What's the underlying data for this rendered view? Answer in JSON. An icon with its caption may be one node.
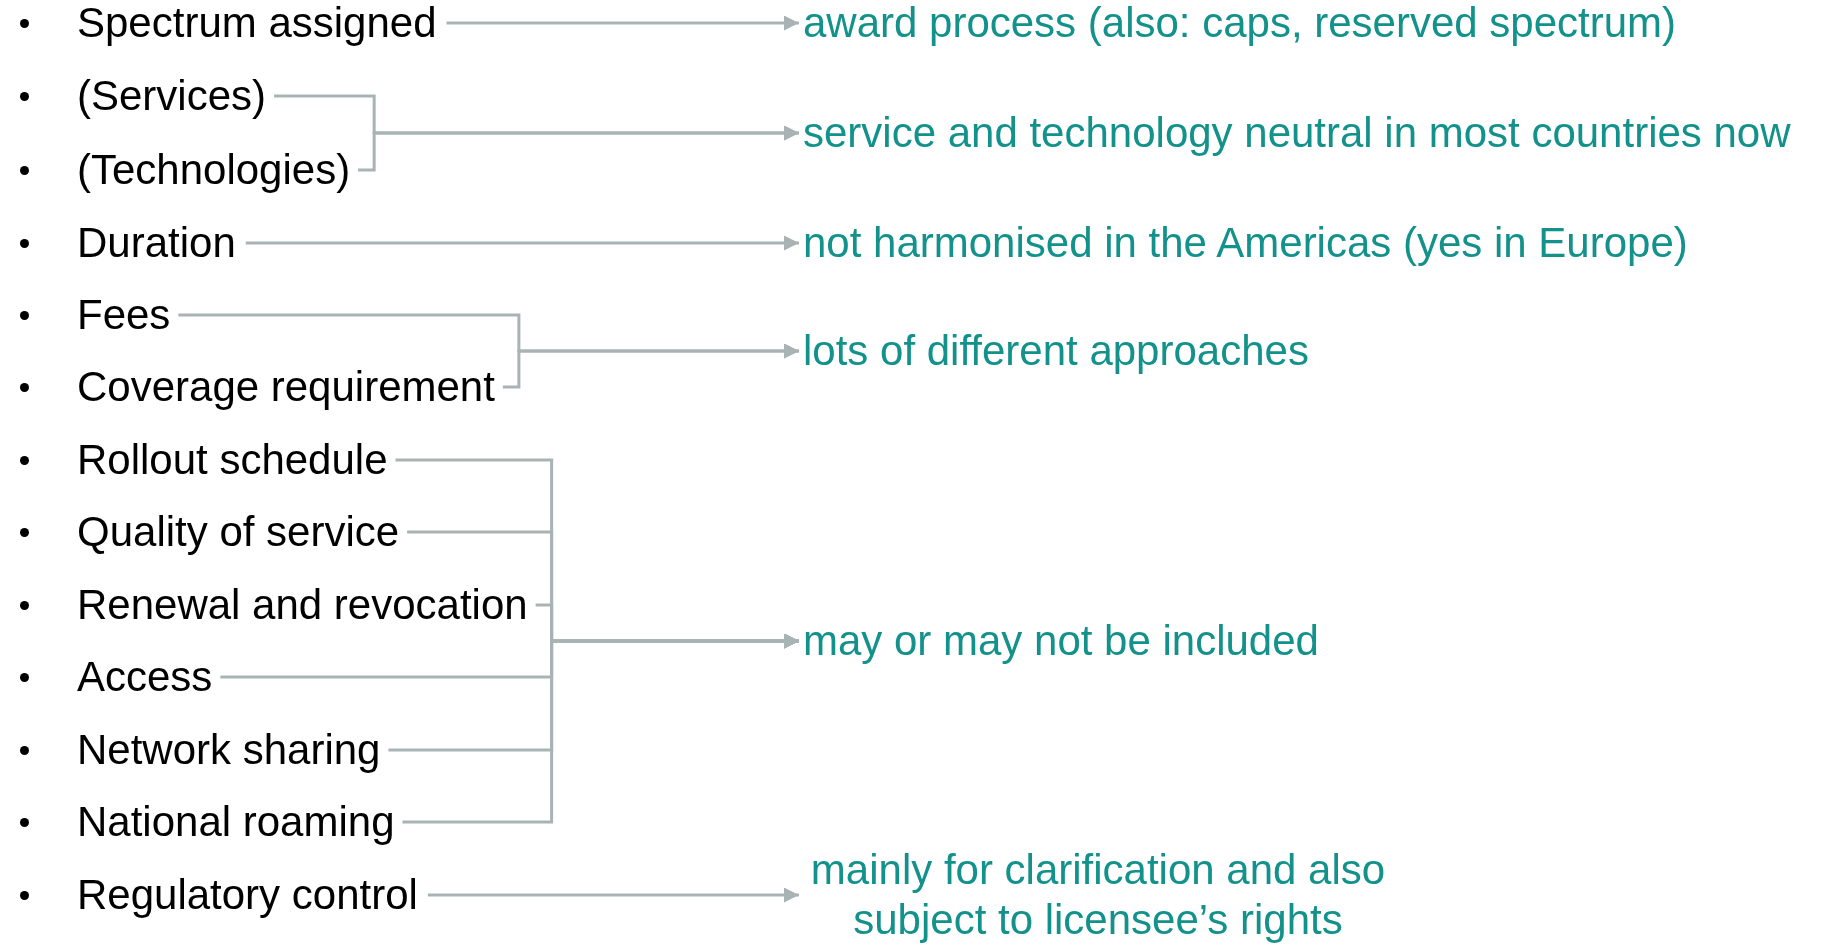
{
  "diagram": {
    "nodes": [
      {
        "text": [
          "Spectrum assigned"
        ]
      },
      {
        "text": [
          "(Services)"
        ]
      },
      {
        "text": [
          "(Technologies)"
        ]
      },
      {
        "text": [
          "Duration"
        ]
      },
      {
        "text": [
          "Fees"
        ]
      },
      {
        "text": [
          "Coverage requirement"
        ]
      },
      {
        "text": [
          "Rollout schedule"
        ]
      },
      {
        "text": [
          "Quality of service"
        ]
      },
      {
        "text": [
          "Renewal and revocation"
        ]
      },
      {
        "text": [
          "Access"
        ]
      },
      {
        "text": [
          "Network sharing"
        ]
      },
      {
        "text": [
          "National roaming"
        ]
      },
      {
        "text": [
          "Regulatory control"
        ]
      },
      {
        "text": [
          "award process (also: caps, reserved spectrum)"
        ]
      },
      {
        "text": [
          "service and technology neutral in most countries now"
        ]
      },
      {
        "text": [
          "not harmonised in the Americas (yes in Europe)"
        ]
      },
      {
        "text": [
          "lots of different approaches"
        ]
      },
      {
        "text": [
          "may or may not be included"
        ]
      },
      {
        "text": [
          "mainly for clarification and also subject to licensee’s rights"
        ]
      }
    ],
    "edges": [
      {
        "from": 0,
        "to": 13,
        "arrow": "to"
      },
      {
        "from": 1,
        "to": 14,
        "arrow": "to"
      },
      {
        "from": 2,
        "to": 14,
        "arrow": "to"
      },
      {
        "from": 3,
        "to": 15,
        "arrow": "to"
      },
      {
        "from": 4,
        "to": 16,
        "arrow": "to"
      },
      {
        "from": 5,
        "to": 16,
        "arrow": "to"
      },
      {
        "from": 6,
        "to": 17,
        "arrow": "to"
      },
      {
        "from": 7,
        "to": 17,
        "arrow": "to"
      },
      {
        "from": 8,
        "to": 17,
        "arrow": "to"
      },
      {
        "from": 9,
        "to": 17,
        "arrow": "to"
      },
      {
        "from": 10,
        "to": 17,
        "arrow": "to"
      },
      {
        "from": 11,
        "to": 17,
        "arrow": "to"
      },
      {
        "from": 12,
        "to": 18,
        "arrow": "to"
      }
    ]
  }
}
